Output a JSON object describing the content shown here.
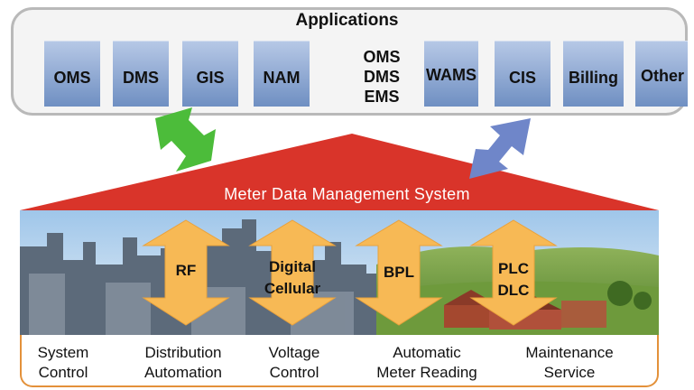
{
  "applications": {
    "title": "Applications",
    "items": [
      {
        "label": "OMS"
      },
      {
        "label": "DMS"
      },
      {
        "label": "GIS"
      },
      {
        "label": "NAM"
      },
      {
        "label": "OMS\nDMS\nEMS"
      },
      {
        "label": "WAMS"
      },
      {
        "label": "CIS"
      },
      {
        "label": "Billing"
      },
      {
        "label": "Other"
      }
    ]
  },
  "mdm": {
    "title": "Meter Data Management System"
  },
  "communications": [
    {
      "label": "RF"
    },
    {
      "label": "Digital\nCellular"
    },
    {
      "label": "BPL"
    },
    {
      "label": "PLC\nDLC"
    }
  ],
  "functions": [
    {
      "label": "System\nControl"
    },
    {
      "label": "Distribution\nAutomation"
    },
    {
      "label": "Voltage\nControl"
    },
    {
      "label": "Automatic\nMeter Reading"
    },
    {
      "label": "Maintenance\nService"
    }
  ],
  "colors": {
    "app_box_top": "#b6c8e6",
    "app_box_bottom": "#6f8fc2",
    "mdm_red": "#d9342a",
    "green_arrow": "#4cbc3a",
    "blue_arrow": "#6f86c9",
    "comm_arrow": "#f7b955",
    "panel_border": "#e3913a"
  }
}
